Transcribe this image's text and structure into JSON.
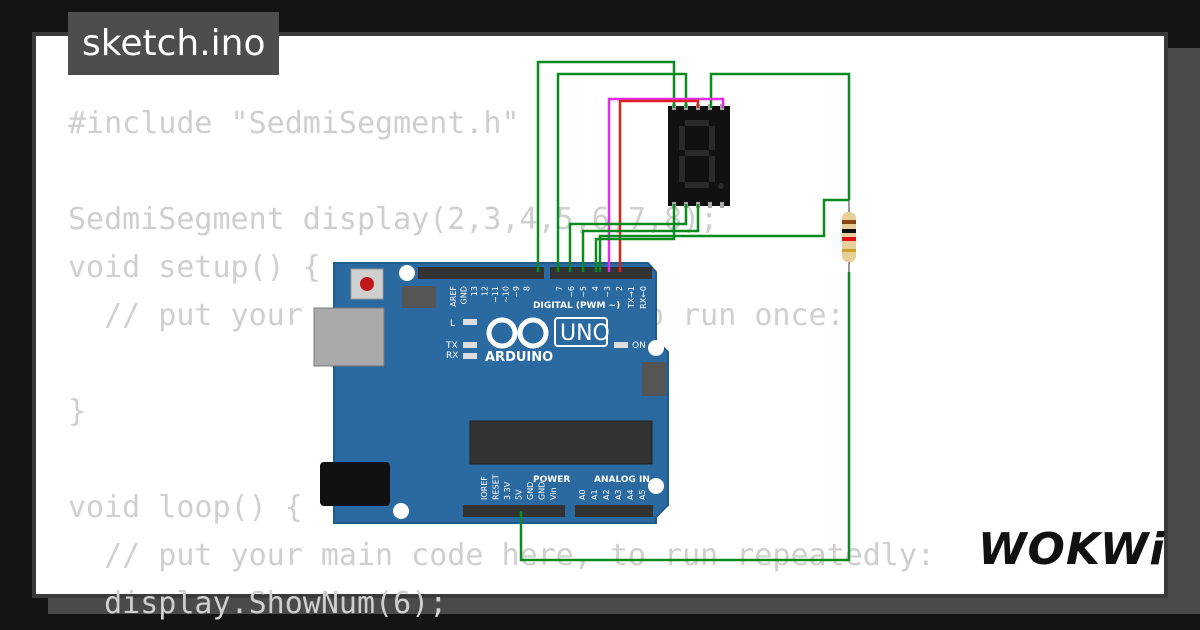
{
  "tab": {
    "title": "sketch.ino"
  },
  "code": {
    "lines": [
      "#include \"SedmiSegment.h\"",
      "",
      "SedmiSegment display(2,3,4,5,6,7,8);",
      "void setup() {",
      "  // put your setup code here, to run once:",
      "",
      "}",
      "",
      "void loop() {",
      "  // put your main code here, to run repeatedly:",
      "  display.ShowNum(6);"
    ]
  },
  "board": {
    "brand": "ARDUINO",
    "model": "UNO",
    "digital_label": "DIGITAL (PWM ~)",
    "power_label": "POWER",
    "analog_label": "ANALOG IN",
    "led_l": "L",
    "led_tx": "TX",
    "led_rx": "RX",
    "led_on": "ON",
    "digital_pins": [
      "AREF",
      "GND",
      "13",
      "12",
      "~11",
      "~10",
      "~9",
      "8",
      "7",
      "~6",
      "~5",
      "4",
      "~3",
      "2",
      "TX→1",
      "RX←0"
    ],
    "power_pins": [
      "IOREF",
      "RESET",
      "3.3V",
      "5V",
      "GND",
      "GND",
      "Vin"
    ],
    "analog_pins": [
      "A0",
      "A1",
      "A2",
      "A3",
      "A4",
      "A5"
    ]
  },
  "brand_logo": "WOKWi",
  "colors": {
    "wire_green": "#0b8a1f",
    "wire_magenta": "#e62be6",
    "wire_red": "#e01f1f",
    "board_blue": "#2b6aa0",
    "segment_body": "#111111"
  }
}
